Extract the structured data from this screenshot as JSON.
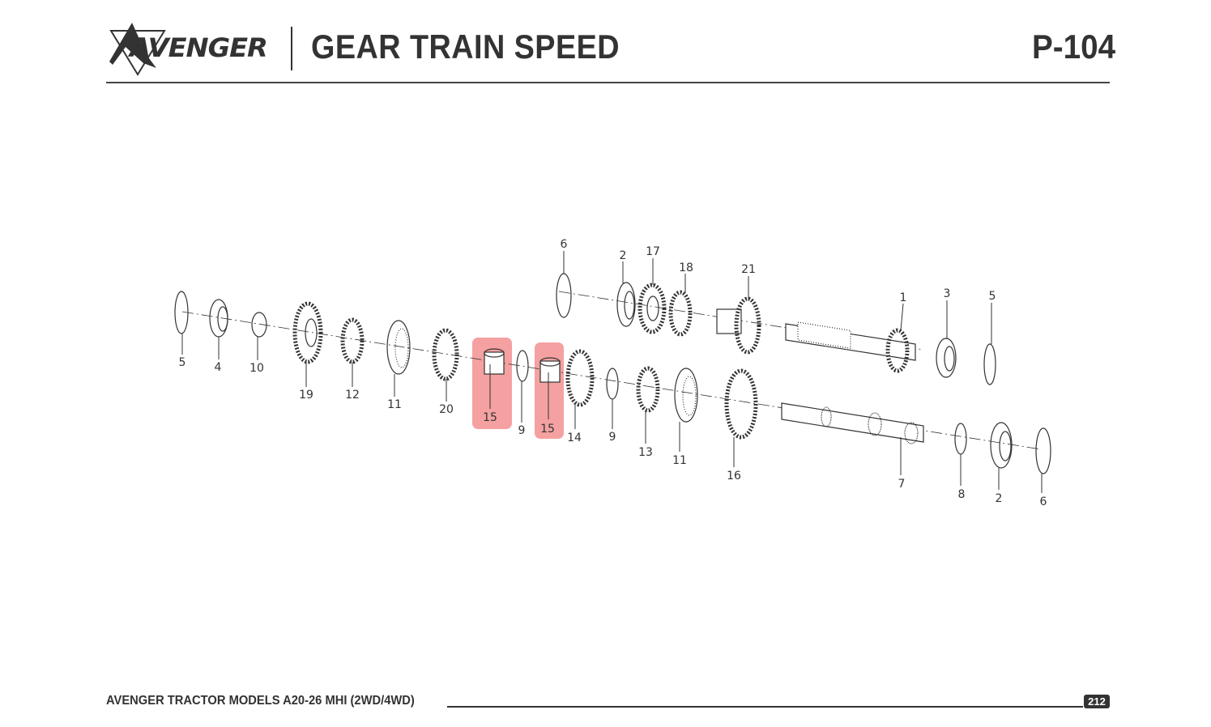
{
  "header": {
    "logo_text": "AVENGER",
    "title": "GEAR TRAIN SPEED",
    "page_code": "P-104"
  },
  "callouts": {
    "upper": [
      "6",
      "2",
      "17",
      "18",
      "21",
      "1",
      "3",
      "5"
    ],
    "lower": [
      "5",
      "4",
      "10",
      "19",
      "12",
      "11",
      "20",
      "15",
      "9",
      "15",
      "14",
      "9",
      "13",
      "11",
      "16",
      "7",
      "8",
      "2",
      "6"
    ]
  },
  "highlighted_part": "15",
  "highlight_color": "#f06e6e",
  "footer": {
    "text": "AVENGER TRACTOR MODELS A20-26 MHI (2WD/4WD)",
    "page_number": "212"
  }
}
